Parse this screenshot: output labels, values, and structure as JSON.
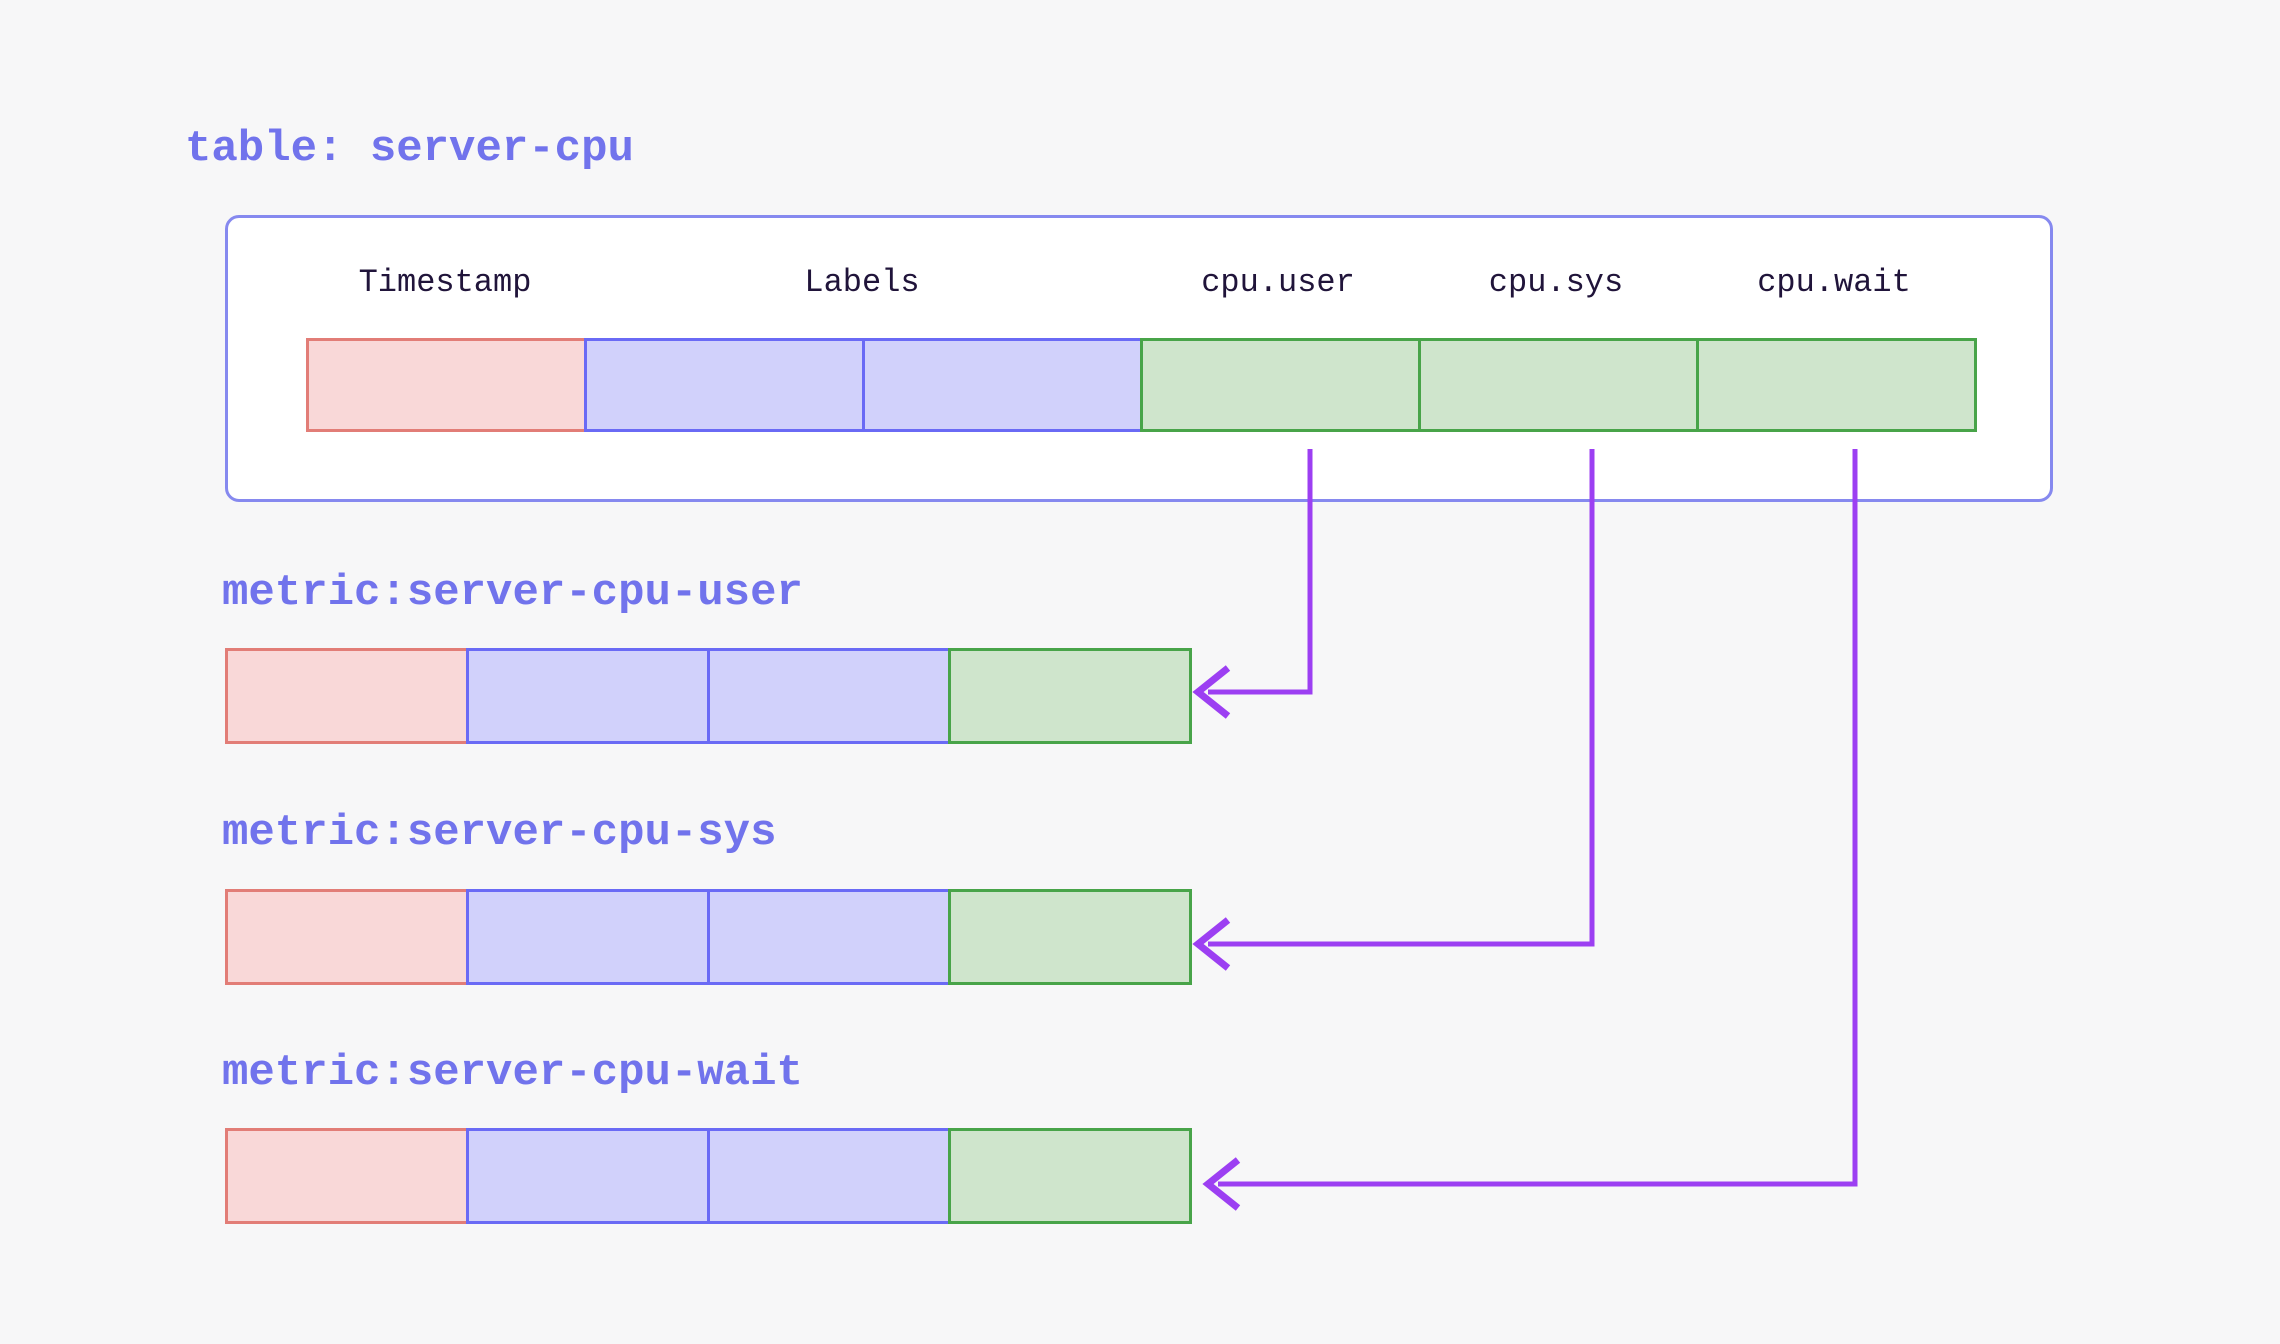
{
  "colors": {
    "page-bg": "#f7f7f8",
    "box-bg": "#ffffff",
    "box-border": "#8689ef",
    "accent-text": "#7173ec",
    "header-text": "#20143a",
    "timestamp-fill": "#f9d8d8",
    "timestamp-border": "#e27d77",
    "label-fill": "#d1d1fb",
    "label-border": "#6a6af5",
    "field-fill": "#cfe5cc",
    "field-border": "#48a449",
    "arrow": "#9c3ff2"
  },
  "table": {
    "title": "table: server-cpu",
    "headers": {
      "timestamp": "Timestamp",
      "labels": "Labels",
      "cpu_user": "cpu.user",
      "cpu_sys": "cpu.sys",
      "cpu_wait": "cpu.wait"
    }
  },
  "metrics": {
    "user": {
      "title": "metric:server-cpu-user",
      "source_column": "cpu.user"
    },
    "sys": {
      "title": "metric:server-cpu-sys",
      "source_column": "cpu.sys"
    },
    "wait": {
      "title": "metric:server-cpu-wait",
      "source_column": "cpu.wait"
    }
  }
}
